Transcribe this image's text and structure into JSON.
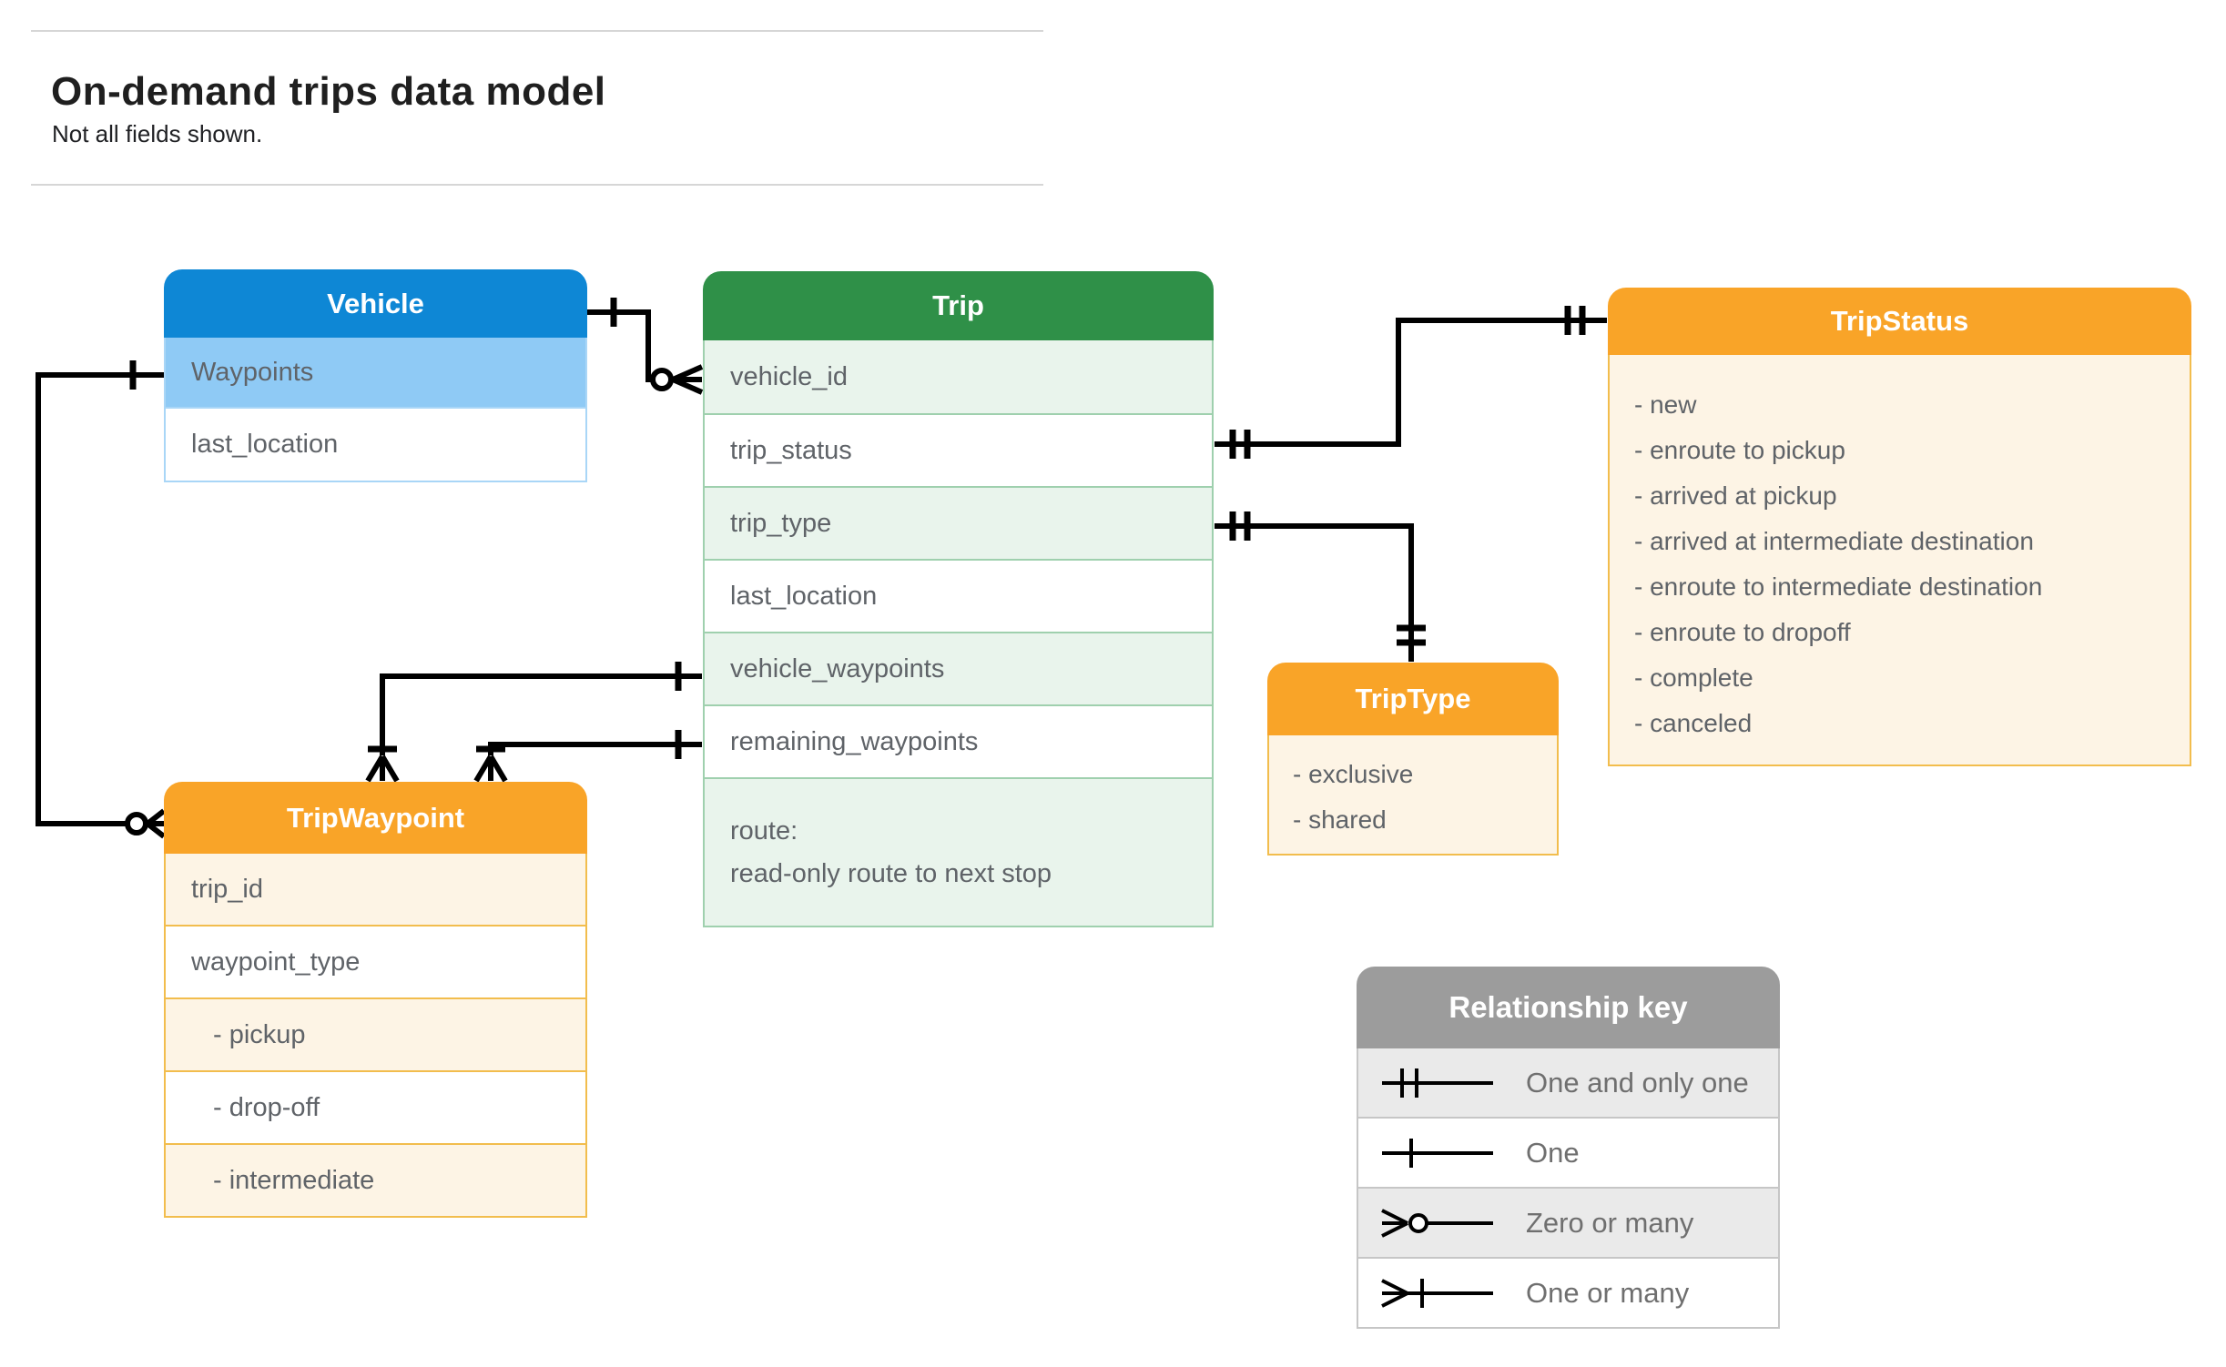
{
  "header": {
    "title": "On-demand trips data model",
    "subtitle": "Not all fields shown."
  },
  "entities": {
    "vehicle": {
      "title": "Vehicle",
      "fields": [
        "Waypoints",
        "last_location"
      ]
    },
    "trip": {
      "title": "Trip",
      "fields": [
        "vehicle_id",
        "trip_status",
        "trip_type",
        "last_location",
        "vehicle_waypoints",
        "remaining_waypoints"
      ],
      "route": {
        "line1": "route:",
        "line2": "read-only route to next stop"
      }
    },
    "trip_status": {
      "title": "TripStatus",
      "values": [
        "- new",
        "- enroute to pickup",
        "- arrived at pickup",
        "- arrived at intermediate destination",
        "- enroute to intermediate destination",
        "- enroute to dropoff",
        "- complete",
        "- canceled"
      ]
    },
    "trip_type": {
      "title": "TripType",
      "values": [
        "- exclusive",
        "- shared"
      ]
    },
    "trip_waypoint": {
      "title": "TripWaypoint",
      "fields": [
        "trip_id",
        "waypoint_type",
        "- pickup",
        "- drop-off",
        "- intermediate"
      ]
    }
  },
  "legend": {
    "title": "Relationship key",
    "items": [
      {
        "symbol": "one-and-only-one",
        "label": "One and only one"
      },
      {
        "symbol": "one",
        "label": "One"
      },
      {
        "symbol": "zero-or-many",
        "label": "Zero or many"
      },
      {
        "symbol": "one-or-many",
        "label": "One or many"
      }
    ]
  },
  "colors": {
    "vehicle_header": "#0e87d5",
    "vehicle_highlight_row": "#8fcaf5",
    "trip_header": "#2f9048",
    "trip_row_alt": "#e9f4ec",
    "orange_header": "#f9a428",
    "orange_row_alt": "#fdf4e5",
    "legend_header": "#9c9c9c",
    "legend_row_alt": "#eaeaea",
    "field_text": "#5f6368",
    "connector": "#000000"
  }
}
